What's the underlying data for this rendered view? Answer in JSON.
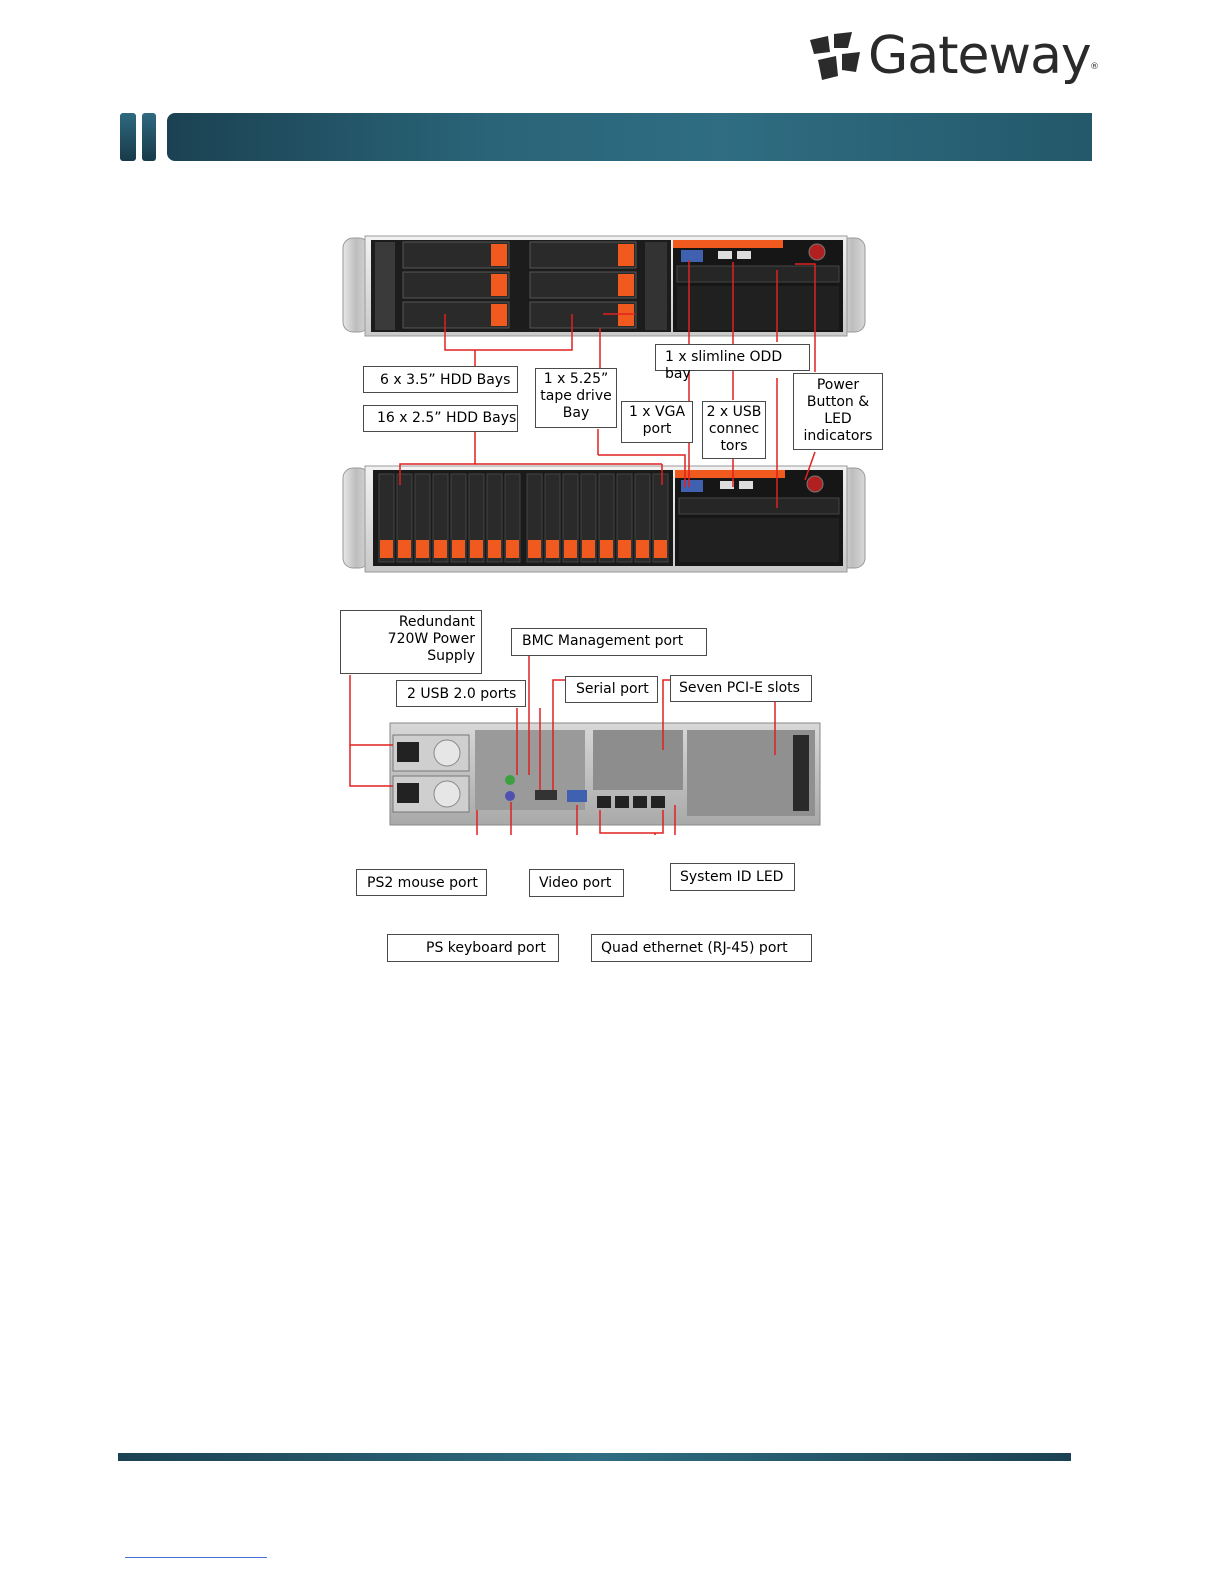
{
  "brand": {
    "name": "Gateway",
    "reg": "®"
  },
  "labels": {
    "hdd35": "6 x 3.5” HDD Bays",
    "hdd25": "16 x 2.5” HDD Bays",
    "tape": "1 x 5.25” tape drive Bay",
    "odd": "1 x slimline ODD bay",
    "vga": "1 x VGA port",
    "usb_front": "2 x USB connec tors",
    "power": "Power Button & LED indicators",
    "psu": "Redundant 720W Power Supply",
    "bmc": "BMC Management port",
    "usb_rear": "2 USB 2.0 ports",
    "serial": "Serial port",
    "pcie": "Seven PCI-E slots",
    "ps2_mouse": "PS2 mouse port",
    "video": "Video port",
    "sysid": "System ID LED",
    "ps_keyboard": "PS keyboard port",
    "ethernet": "Quad ethernet (RJ-45) port"
  },
  "colors": {
    "accent_orange": "#f05a1e",
    "band_teal": "#245d72",
    "callout_red": "#e0201e"
  }
}
